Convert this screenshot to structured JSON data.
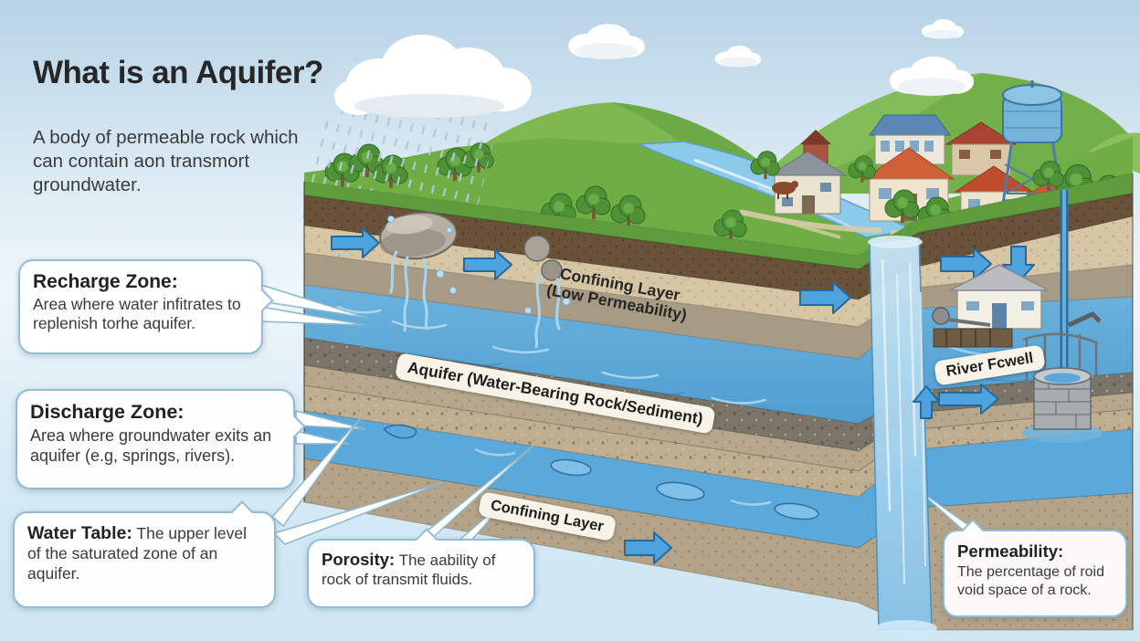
{
  "header": {
    "title": "What is an Aquifer?",
    "description": "A body of permeable rock which can contain aon transmort groundwater."
  },
  "callouts": {
    "recharge": {
      "title": "Recharge Zone:",
      "body": "Area where water infitrates to replenish torhe aquifer."
    },
    "discharge": {
      "title": "Discharge Zone:",
      "body": "Area where groundwater exits an aquifer (e.g, springs, rivers)."
    },
    "water_table": {
      "title": "Water Table:",
      "body": "The upper level of the saturated zone of an aquifer."
    },
    "porosity": {
      "title": "Porosity:",
      "body": "The aability of rock of transmit fluids."
    },
    "permeability": {
      "title": "Permeability:",
      "body": "The percentage of roid void space of a rock."
    }
  },
  "diagram_labels": {
    "confining_layer_upper": {
      "line1": "Confining Layer",
      "line2": "(Low Permeability)"
    },
    "aquifer": "Aquifer (Water-Bearing Rock/Sediment)",
    "confining_layer_lower": "Confining Layer",
    "river_well": "River Fcwell"
  },
  "colors": {
    "sky_top": "#b7d3e6",
    "grass_green": "#6fae44",
    "water_blue": "#4da3dd",
    "arrow_blue": "#4da3dd",
    "callout_border": "#92bcd3",
    "topsoil_brown": "#6a513a",
    "confining_gray": "#a89b85",
    "tan_layer": "#d7c6a4"
  }
}
